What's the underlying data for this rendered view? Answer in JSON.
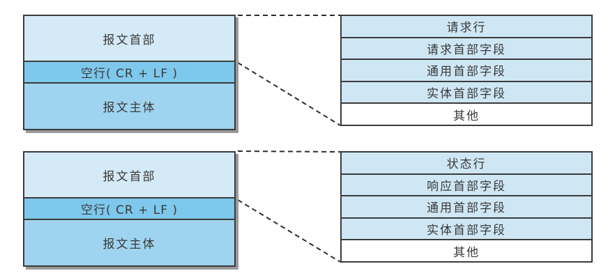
{
  "colors": {
    "header_bg": "#d4eaf7",
    "blank_bg": "#7dc8ec",
    "body_bg": "#9fd4f0",
    "row_bg": "#cfe7f5",
    "row_last_bg": "#ffffff",
    "border": "#3b3b3b",
    "shadow": "#999999",
    "connector": "#2b2b2b",
    "text": "#3a3a3a",
    "page_bg": "#ffffff"
  },
  "diagrams": [
    {
      "id": "request-message",
      "left_box": {
        "header": "报文首部",
        "blank_line": "空行( CR + LF )",
        "body": "报文主体"
      },
      "right_rows": [
        "请求行",
        "请求首部字段",
        "通用首部字段",
        "实体首部字段",
        "其他"
      ]
    },
    {
      "id": "response-message",
      "left_box": {
        "header": "报文首部",
        "blank_line": "空行( CR + LF )",
        "body": "报文主体"
      },
      "right_rows": [
        "状态行",
        "响应首部字段",
        "通用首部字段",
        "实体首部字段",
        "其他"
      ]
    }
  ]
}
